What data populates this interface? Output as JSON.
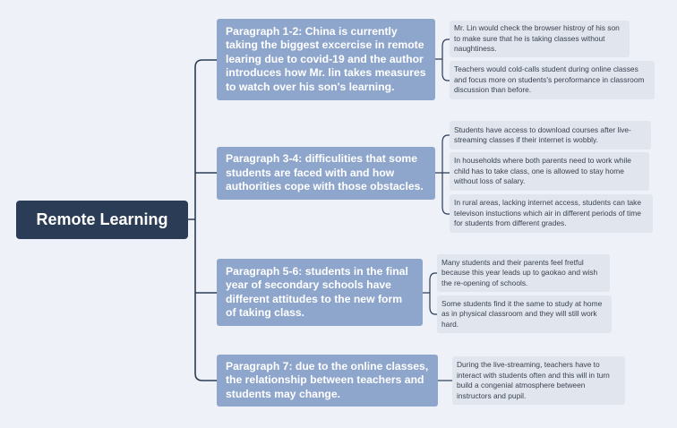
{
  "root": {
    "label": "Remote Learning"
  },
  "branches": [
    {
      "label": "Paragraph 1-2: China is currently taking the biggest excercise in remote learing due to covid-19 and the author introduces how Mr. lin takes measures to watch over his son's learning.",
      "leaves": [
        "Mr. Lin would check the browser histroy of his son to make sure that he is taking classes without naughtiness.",
        "Teachers would cold-calls student during online classes and focus more on students's peroformance in classroom discussion than before."
      ]
    },
    {
      "label": "Paragraph 3-4: difficulities that some students are faced with and how authorities cope with those obstacles.",
      "leaves": [
        "Students have access to download courses after live-streaming classes if their internet is wobbly.",
        "In households where both parents need to work while child has to take class, one is allowed to stay home without loss of salary.",
        "In rural areas, lacking internet access, students can take televison instuctions which air in different periods of time for students from different grades."
      ]
    },
    {
      "label": "Paragraph 5-6: students in the final year of secondary schools have different attitudes to the new form of taking class.",
      "leaves": [
        "Many students and their parents feel fretful because this year leads up to gaokao and wish the re-opening of schools.",
        "Some students find it the same to study at home as in physical classroom and they will still work hard."
      ]
    },
    {
      "label": "Paragraph 7: due to the online classes, the relationship between teachers and students may change.",
      "leaves": [
        "During the live-streaming, teachers have to interact with students often and this will in turn build a congenial atmosphere between instructors and pupil."
      ]
    }
  ],
  "colors": {
    "background": "#eef1f7",
    "root_fill": "#2b3c56",
    "branch_fill": "#8ea5cc",
    "leaf_fill": "#e1e6ee",
    "line": "#2b3c56"
  }
}
